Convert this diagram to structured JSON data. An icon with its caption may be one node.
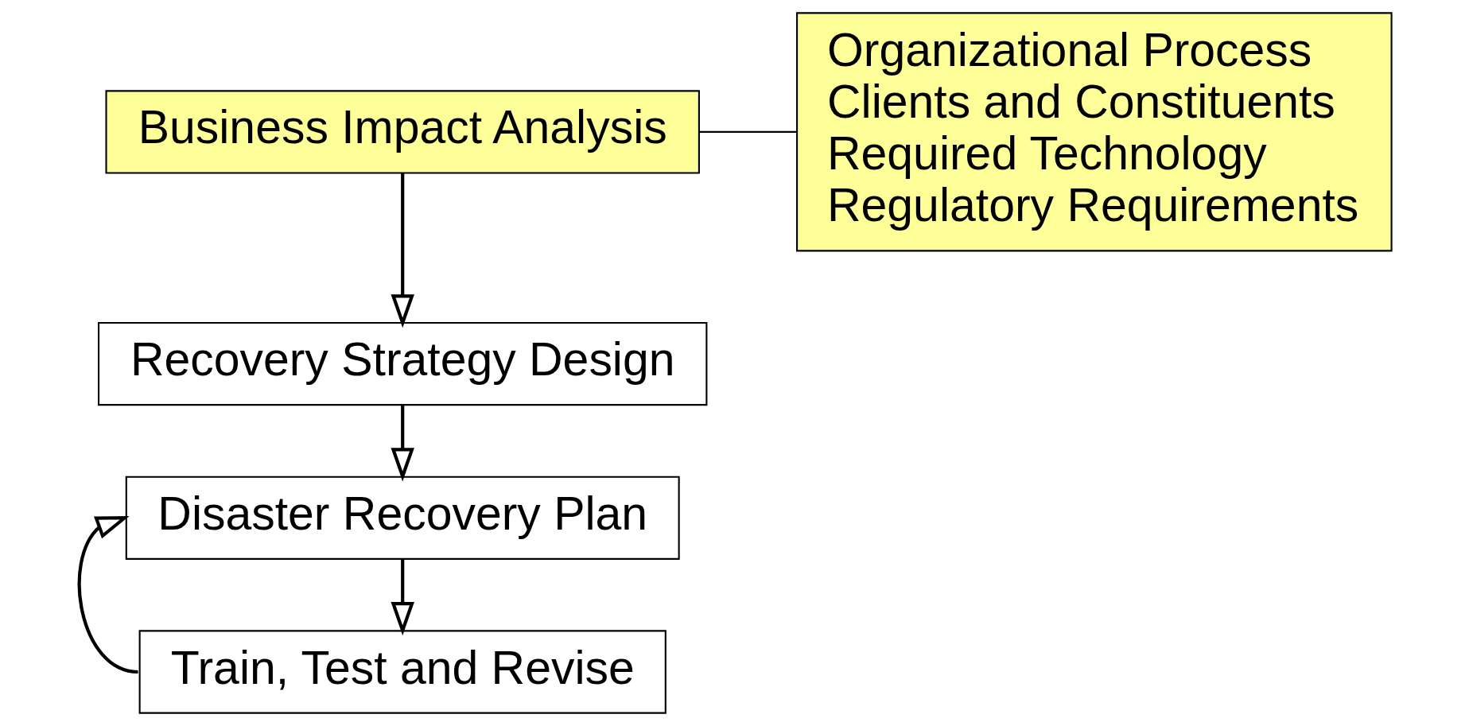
{
  "diagram": {
    "nodes": [
      {
        "text": [
          "Business Impact Analysis"
        ]
      },
      {
        "text": [
          "Recovery Strategy Design"
        ]
      },
      {
        "text": [
          "Disaster Recovery Plan"
        ]
      },
      {
        "text": [
          "Train, Test and Revise"
        ]
      },
      {
        "text": [
          "Organizational Process",
          "Clients and Constituents",
          "Required Technology",
          "Regulatory Requirements"
        ]
      }
    ],
    "edges": [
      {
        "from": 0,
        "to": 1,
        "arrow": "to"
      },
      {
        "from": 1,
        "to": 2,
        "arrow": "to"
      },
      {
        "from": 2,
        "to": 3,
        "arrow": "to"
      },
      {
        "from": 3,
        "to": 2,
        "arrow": "to"
      },
      {
        "from": 0,
        "to": 4,
        "arrow": "none"
      }
    ]
  }
}
